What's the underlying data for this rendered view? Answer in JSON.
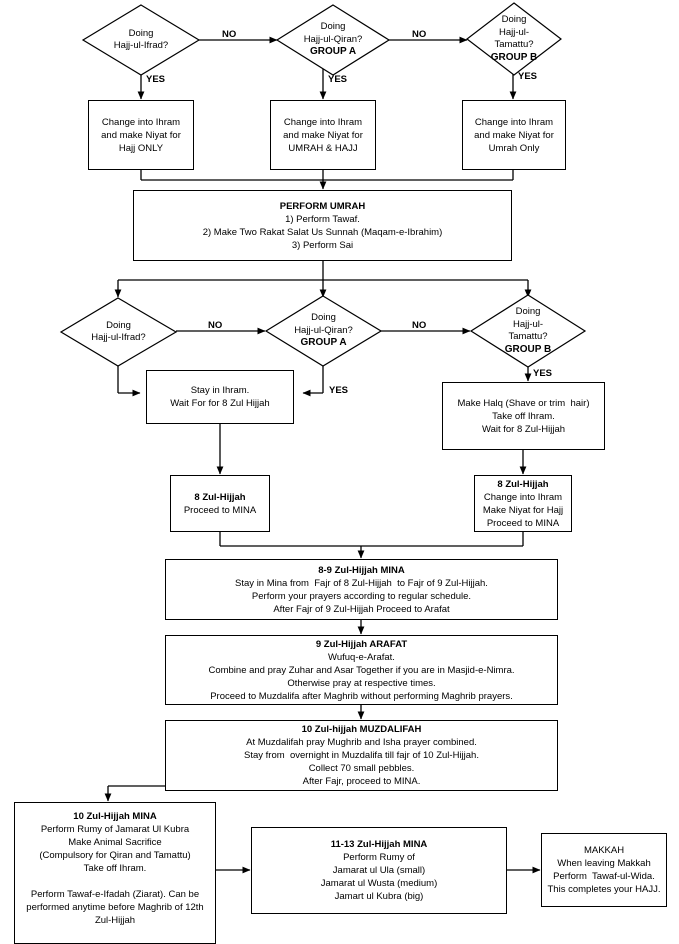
{
  "diagram": {
    "title": "Hajj Flowchart",
    "colors": {
      "stroke": "#000000",
      "fill": "#ffffff",
      "text": "#000000"
    },
    "edge_labels": {
      "no1": "NO",
      "no2": "NO",
      "yes1": "YES",
      "yes2": "YES",
      "yes3": "YES",
      "no3": "NO",
      "no4": "NO",
      "yes4": "YES",
      "yes5": "YES"
    },
    "nodes": {
      "d_ifrad_1": {
        "kind": "decision",
        "line1": "Doing",
        "line2": "Hajj-ul-Ifrad?",
        "group": ""
      },
      "d_qiran_1": {
        "kind": "decision",
        "line1": "Doing",
        "line2": "Hajj-ul-Qiran?",
        "group": "GROUP A"
      },
      "d_tamattu_1": {
        "kind": "decision",
        "line1": "Doing",
        "line2": "Hajj-ul-",
        "line3": "Tamattu?",
        "group": "GROUP B"
      },
      "b_ihram_hajj": {
        "kind": "process",
        "lines": [
          "Change into Ihram",
          "and make Niyat for",
          "Hajj ONLY"
        ]
      },
      "b_ihram_umrah_hajj": {
        "kind": "process",
        "lines": [
          "Change into Ihram",
          "and make Niyat for",
          "UMRAH & HAJJ"
        ]
      },
      "b_ihram_umrah": {
        "kind": "process",
        "lines": [
          "Change into Ihram",
          "and make Niyat for",
          "Umrah Only"
        ]
      },
      "b_perform_umrah": {
        "kind": "process",
        "title": "PERFORM UMRAH",
        "lines": [
          "1) Perform Tawaf.",
          "2) Make Two Rakat Salat Us Sunnah (Maqam-e-Ibrahim)",
          "3) Perform Sai"
        ]
      },
      "d_ifrad_2": {
        "kind": "decision",
        "line1": "Doing",
        "line2": "Hajj-ul-Ifrad?",
        "group": ""
      },
      "d_qiran_2": {
        "kind": "decision",
        "line1": "Doing",
        "line2": "Hajj-ul-Qiran?",
        "group": "GROUP A"
      },
      "d_tamattu_2": {
        "kind": "decision",
        "line1": "Doing",
        "line2": "Hajj-ul-",
        "line3": "Tamattu?",
        "group": "GROUP B"
      },
      "b_stay_ihram": {
        "kind": "process",
        "lines": [
          "Stay in Ihram.",
          "Wait For for 8 Zul Hijjah"
        ]
      },
      "b_halq": {
        "kind": "process",
        "lines": [
          "Make Halq (Shave or trim  hair)",
          "Take off Ihram.",
          "Wait for 8 Zul-Hijjah"
        ]
      },
      "b_8zul_left": {
        "kind": "process",
        "title": "8 Zul-Hijjah",
        "lines": [
          "Proceed to MINA"
        ]
      },
      "b_8zul_right": {
        "kind": "process",
        "title": "8 Zul-Hijjah",
        "lines": [
          "Change into Ihram",
          "Make Niyat for Hajj",
          "Proceed to MINA"
        ]
      },
      "b_mina_89": {
        "kind": "process",
        "title": "8-9 Zul-Hijjah MINA",
        "lines": [
          "Stay in Mina from  Fajr of 8 Zul-Hijjah  to Fajr of 9 Zul-Hijjah.",
          "Perform your prayers according to regular schedule.",
          "After Fajr of 9 Zul-Hijjah Proceed to Arafat"
        ]
      },
      "b_arafat_9": {
        "kind": "process",
        "title": "9 Zul-Hijjah ARAFAT",
        "lines": [
          "Wufuq-e-Arafat.",
          "Combine and pray Zuhar and Asar Together if you are in Masjid-e-Nimra.",
          "Otherwise pray at respective times.",
          "Proceed to Muzdalifa after Maghrib without performing Maghrib prayers."
        ]
      },
      "b_muzdalifah_10": {
        "kind": "process",
        "title": "10 Zul-hijjah MUZDALIFAH",
        "lines": [
          "At Muzdalifah pray Mughrib and Isha prayer combined.",
          "Stay from  overnight in Muzdalifa till fajr of 10 Zul-Hijjah.",
          "Collect 70 small pebbles.",
          "After Fajr, proceed to MINA."
        ]
      },
      "b_mina_10": {
        "kind": "process",
        "title": "10 Zul-Hijjah MINA",
        "lines": [
          "Perform Rumy of Jamarat Ul Kubra",
          "Make Animal Sacrifice",
          "(Compulsory for Qiran and Tamattu)",
          "Take off Ihram.",
          "",
          "Perform Tawaf-e-Ifadah (Ziarat). Can be",
          "performed anytime before Maghrib of 12th",
          "Zul-Hijjah"
        ]
      },
      "b_mina_1113": {
        "kind": "process",
        "title": "11-13 Zul-Hijjah MINA",
        "lines": [
          "Perform Rumy of",
          "Jamarat ul Ula (small)",
          "Jamarat ul Wusta (medium)",
          "Jamart ul Kubra (big)"
        ]
      },
      "b_makkah": {
        "kind": "process",
        "title": "",
        "lines": [
          "MAKKAH",
          "When leaving Makkah",
          "Perform  Tawaf-ul-Wida.",
          "This completes your HAJJ."
        ]
      }
    }
  }
}
